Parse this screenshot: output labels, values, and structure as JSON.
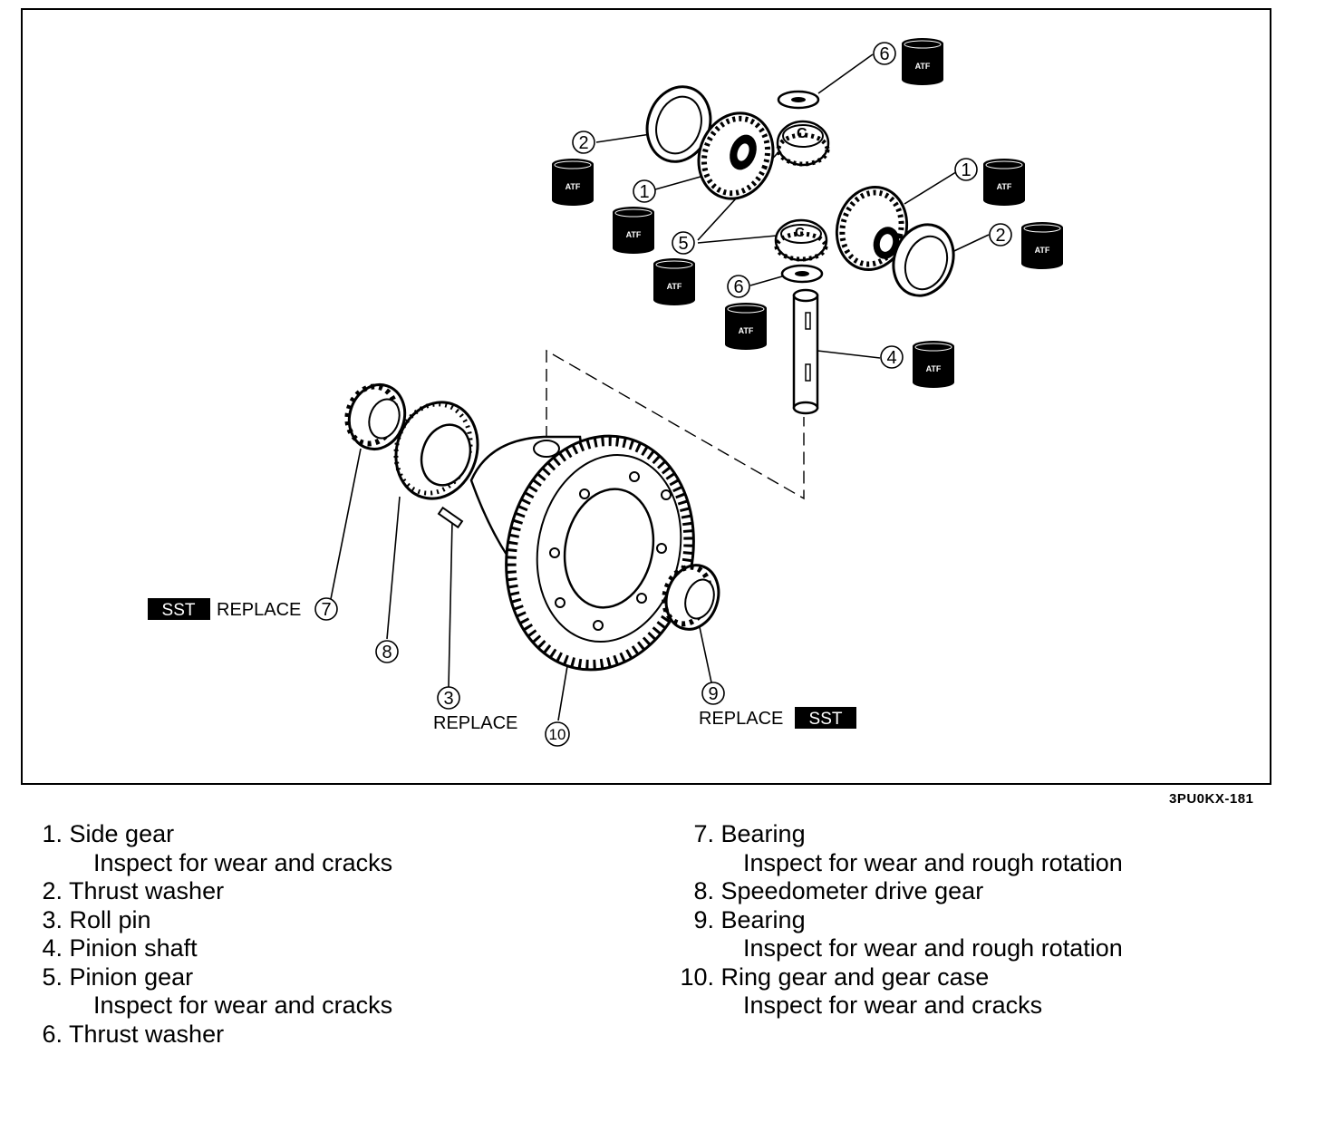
{
  "callouts": {
    "c1a": "1",
    "c1b": "1",
    "c2a": "2",
    "c2b": "2",
    "c3": "3",
    "c4": "4",
    "c5": "5",
    "c6a": "6",
    "c6b": "6",
    "c7": "7",
    "c8": "8",
    "c9": "9",
    "c10": "10"
  },
  "labels": {
    "atf": "ATF",
    "sst": "SST",
    "replace": "REPLACE"
  },
  "figure_code": "3PU0KX-181",
  "legend": {
    "left": [
      {
        "num": "1.",
        "name": "Side gear",
        "note": "Inspect for wear and cracks"
      },
      {
        "num": "2.",
        "name": "Thrust washer",
        "note": ""
      },
      {
        "num": "3.",
        "name": "Roll pin",
        "note": ""
      },
      {
        "num": "4.",
        "name": "Pinion shaft",
        "note": ""
      },
      {
        "num": "5.",
        "name": "Pinion gear",
        "note": "Inspect for wear and cracks"
      },
      {
        "num": "6.",
        "name": "Thrust washer",
        "note": ""
      }
    ],
    "right": [
      {
        "num": "7.",
        "name": "Bearing",
        "note": "Inspect for wear and rough rotation"
      },
      {
        "num": "8.",
        "name": "Speedometer drive gear",
        "note": ""
      },
      {
        "num": "9.",
        "name": "Bearing",
        "note": "Inspect for wear and rough rotation"
      },
      {
        "num": "10.",
        "name": "Ring gear and gear case",
        "note": "Inspect for wear and cracks"
      }
    ]
  }
}
